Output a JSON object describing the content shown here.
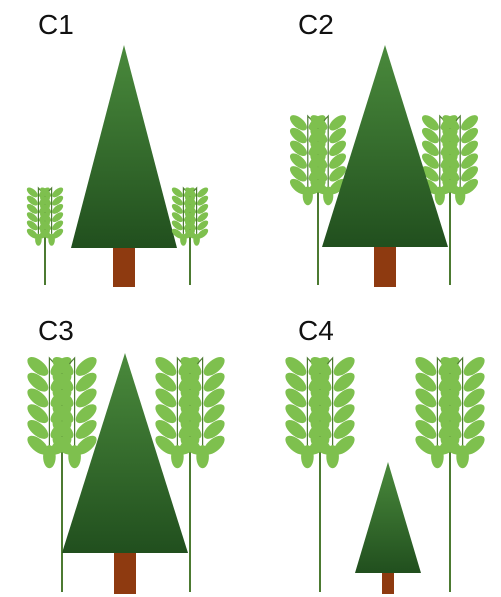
{
  "colors": {
    "tree_top": "#4a8a3c",
    "tree_bottom": "#214f1e",
    "trunk": "#8e3a10",
    "leaf": "#7ec04e",
    "stem": "#4c7a31"
  },
  "panels": [
    {
      "label": "C1"
    },
    {
      "label": "C2"
    },
    {
      "label": "C3"
    },
    {
      "label": "C4"
    }
  ]
}
